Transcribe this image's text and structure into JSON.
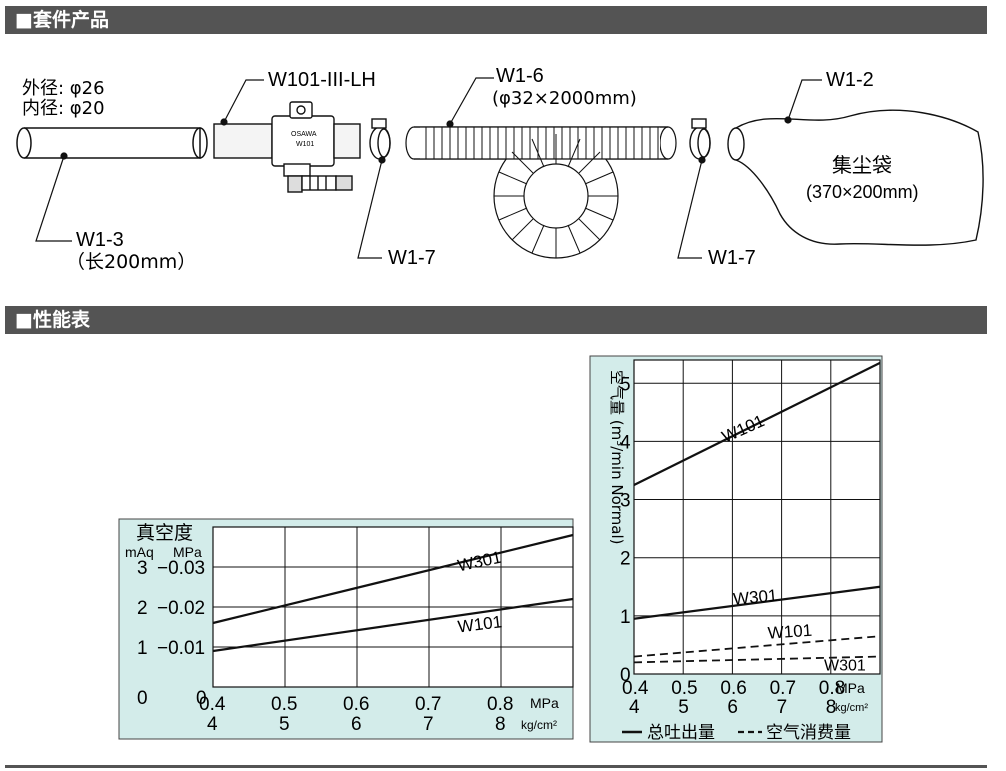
{
  "sections": {
    "kit_title": "■套件产品",
    "perf_title": "■性能表"
  },
  "kit": {
    "w1_3": {
      "dim_outer": "外径: φ26",
      "dim_inner": "内径: φ20",
      "label": "W1-3",
      "size": "（长200mm）"
    },
    "w101": {
      "label": "W101-III-LH",
      "brand": "OSAWA",
      "model": "W101"
    },
    "w1_7a": {
      "label": "W1-7"
    },
    "w1_6": {
      "label": "W1-6",
      "size": "(φ32×2000mm)"
    },
    "w1_7b": {
      "label": "W1-7"
    },
    "w1_2": {
      "label": "W1-2",
      "name": "集尘袋",
      "size": "(370×200mm)"
    }
  },
  "chart_data": [
    {
      "type": "line",
      "ylabel_title": "真空度",
      "ylabel_units": [
        "mAq",
        "MPa"
      ],
      "y_ticks_maq": [
        "3",
        "2",
        "1",
        "0"
      ],
      "y_ticks_mpa": [
        "−0.03",
        "−0.02",
        "−0.01",
        "0"
      ],
      "ylim": [
        0,
        -0.04
      ],
      "x_ticks_mpa": [
        "0.4",
        "0.5",
        "0.6",
        "0.7",
        "0.8"
      ],
      "x_ticks_kg": [
        "4",
        "5",
        "6",
        "7",
        "8"
      ],
      "x_unit_mpa": "MPa",
      "x_unit_kg": "kg/cm²",
      "xlim": [
        0.4,
        0.9
      ],
      "grid": true,
      "series": [
        {
          "name": "W301",
          "x": [
            0.4,
            0.9
          ],
          "y": [
            -0.016,
            -0.038
          ]
        },
        {
          "name": "W101",
          "x": [
            0.4,
            0.9
          ],
          "y": [
            -0.009,
            -0.022
          ]
        }
      ]
    },
    {
      "type": "line",
      "ylabel": "空气量 (m³/min Normal)",
      "y_ticks": [
        "5",
        "4",
        "3",
        "2",
        "1",
        "0"
      ],
      "ylim": [
        0,
        5.4
      ],
      "x_ticks_mpa": [
        "0.4",
        "0.5",
        "0.6",
        "0.7",
        "0.8"
      ],
      "x_ticks_kg": [
        "4",
        "5",
        "6",
        "7",
        "8"
      ],
      "x_unit_mpa": "MPa",
      "x_unit_kg": "kg/cm²",
      "xlim": [
        0.4,
        0.9
      ],
      "grid": true,
      "legend": {
        "solid": "总吐出量",
        "dashed": "空气消费量"
      },
      "series": [
        {
          "name": "W101",
          "style": "solid",
          "x": [
            0.4,
            0.9
          ],
          "y": [
            3.25,
            5.35
          ]
        },
        {
          "name": "W301",
          "style": "solid",
          "x": [
            0.4,
            0.9
          ],
          "y": [
            0.95,
            1.5
          ]
        },
        {
          "name": "W101",
          "style": "dashed",
          "x": [
            0.4,
            0.9
          ],
          "y": [
            0.3,
            0.65
          ]
        },
        {
          "name": "W301",
          "style": "dashed",
          "x": [
            0.4,
            0.9
          ],
          "y": [
            0.2,
            0.3
          ]
        }
      ]
    }
  ]
}
